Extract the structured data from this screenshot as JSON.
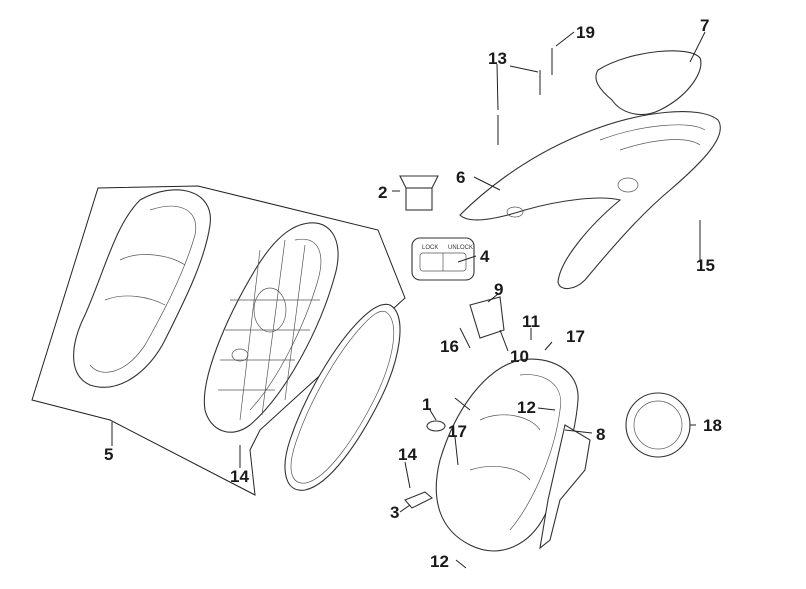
{
  "callouts": [
    {
      "id": "1",
      "text": "1"
    },
    {
      "id": "2",
      "text": "2"
    },
    {
      "id": "3",
      "text": "3"
    },
    {
      "id": "4",
      "text": "4"
    },
    {
      "id": "5",
      "text": "5"
    },
    {
      "id": "6",
      "text": "6"
    },
    {
      "id": "7",
      "text": "7"
    },
    {
      "id": "8",
      "text": "8"
    },
    {
      "id": "9",
      "text": "9"
    },
    {
      "id": "10",
      "text": "10"
    },
    {
      "id": "11",
      "text": "11"
    },
    {
      "id": "12a",
      "text": "12"
    },
    {
      "id": "12b",
      "text": "12"
    },
    {
      "id": "13",
      "text": "13"
    },
    {
      "id": "14a",
      "text": "14"
    },
    {
      "id": "14b",
      "text": "14"
    },
    {
      "id": "15",
      "text": "15"
    },
    {
      "id": "16",
      "text": "16"
    },
    {
      "id": "17a",
      "text": "17"
    },
    {
      "id": "17b",
      "text": "17"
    },
    {
      "id": "18",
      "text": "18"
    },
    {
      "id": "19",
      "text": "19"
    }
  ],
  "switch_labels": {
    "lock": "LOCK",
    "unlock": "UNLOCK"
  }
}
